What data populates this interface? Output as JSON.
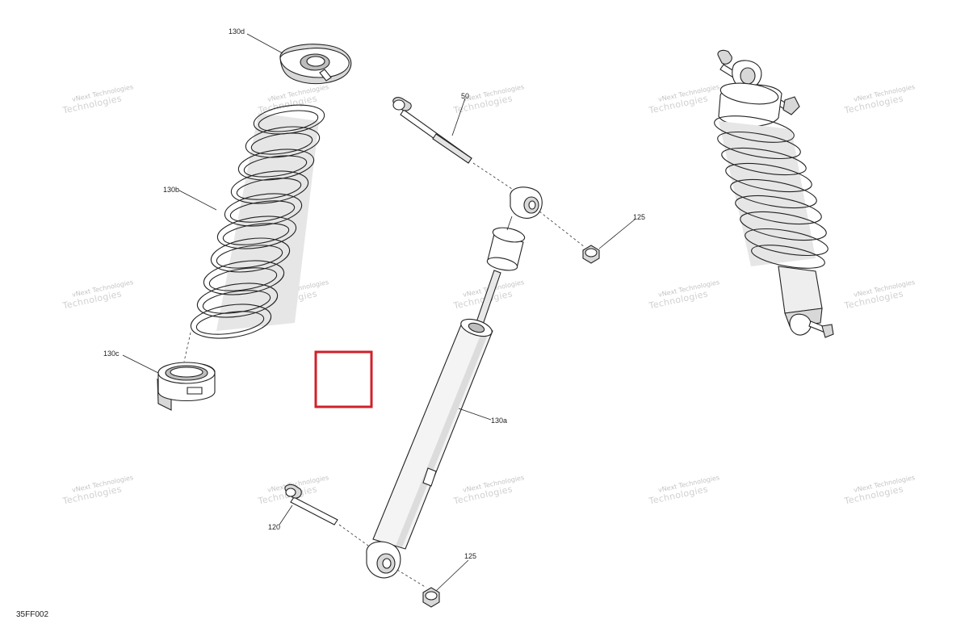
{
  "callouts": {
    "c130d": "130d",
    "c130b": "130b",
    "c130c": "130c",
    "c50": "50",
    "c125_top": "125",
    "c130a": "130a",
    "c120": "120",
    "c125_bottom": "125"
  },
  "watermark": {
    "line1": "vNext Technologies",
    "line2": "Technologies"
  },
  "figure_code": "35FF002",
  "highlight_color": "#d0202a"
}
